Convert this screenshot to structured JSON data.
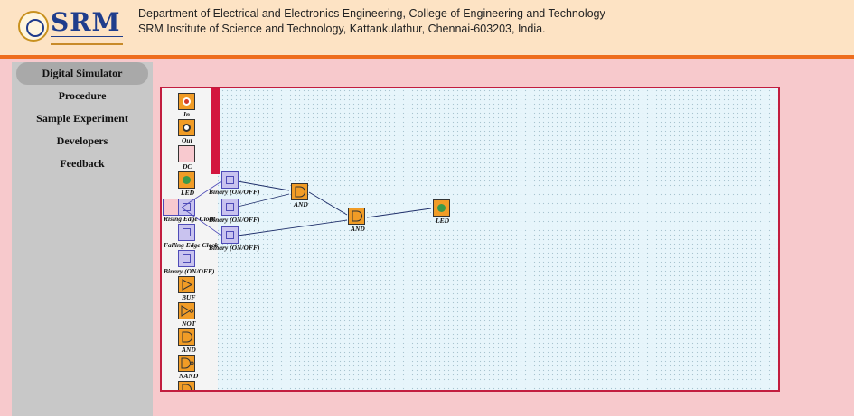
{
  "header": {
    "line1": "Department of Electrical and Electronics Engineering, College of Engineering and Technology",
    "line2": "SRM Institute of Science and Technology, Kattankulathur, Chennai-603203, India.",
    "logo_text": "SRM",
    "accent": "#ee6d1d"
  },
  "nav": [
    {
      "label": "Digital Simulator",
      "active": true
    },
    {
      "label": "Procedure"
    },
    {
      "label": "Sample Experiment"
    },
    {
      "label": "Developers"
    },
    {
      "label": "Feedback"
    }
  ],
  "palette": [
    {
      "label": "In"
    },
    {
      "label": "Out"
    },
    {
      "label": "DC"
    },
    {
      "label": "LED"
    },
    {
      "label": "Rising Edge Clock"
    },
    {
      "label": "Falling Edge Clock"
    },
    {
      "label": "Binary (ON/OFF)"
    },
    {
      "label": "BUF"
    },
    {
      "label": "NOT"
    },
    {
      "label": "AND"
    },
    {
      "label": "NAND"
    }
  ],
  "canvas": {
    "components": [
      {
        "id": "b1",
        "type": "binary",
        "label": "Binary (ON/OFF)"
      },
      {
        "id": "b2",
        "type": "binary",
        "label": "Binary (ON/OFF)"
      },
      {
        "id": "b3",
        "type": "binary",
        "label": "Binary (ON/OFF)"
      },
      {
        "id": "and1",
        "type": "and",
        "label": "AND"
      },
      {
        "id": "and2",
        "type": "and",
        "label": "AND"
      },
      {
        "id": "led1",
        "type": "led",
        "label": "LED"
      }
    ]
  },
  "colors": {
    "led_on": "#3a9a4a",
    "gate": "#f19c26",
    "binary": "#c9c3ef"
  }
}
